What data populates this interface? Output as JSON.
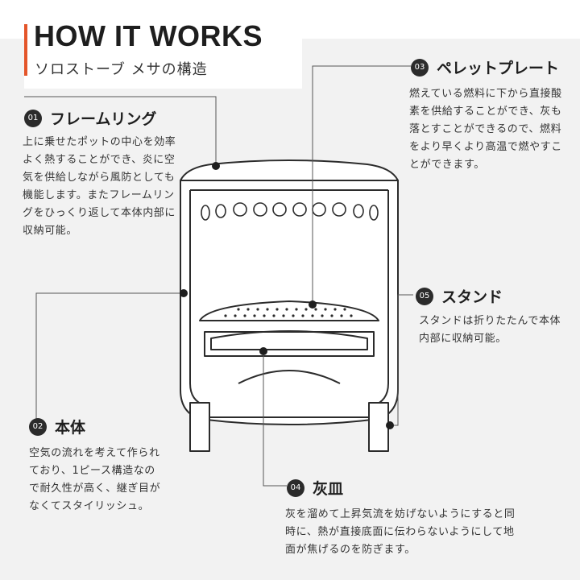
{
  "header": {
    "title": "HOW IT WORKS",
    "subtitle": "ソロストーブ メサの構造"
  },
  "parts": [
    {
      "num": "01",
      "name": "フレームリング",
      "desc": "上に乗せたポットの中心を効率よく熱することができ、炎に空気を供給しながら風防としても機能します。またフレームリングをひっくり返して本体内部に収納可能。"
    },
    {
      "num": "02",
      "name": "本体",
      "desc": "空気の流れを考えて作られており、1ピース構造なので耐久性が高く、継ぎ目がなくてスタイリッシュ。"
    },
    {
      "num": "03",
      "name": "ペレットプレート",
      "desc": "燃えている燃料に下から直接酸素を供給することができ、灰も落とすことができるので、燃料をより早くより高温で燃やすことができます。"
    },
    {
      "num": "04",
      "name": "灰皿",
      "desc": "灰を溜めて上昇気流を妨げないようにすると同時に、熱が直接底面に伝わらないようにして地面が焦げるのを防ぎます。"
    },
    {
      "num": "05",
      "name": "スタンド",
      "desc": "スタンドは折りたたんで本体内部に収納可能。"
    }
  ],
  "colors": {
    "accent": "#e4552a",
    "badge": "#2b2b2b",
    "background": "#f2f2f2"
  }
}
